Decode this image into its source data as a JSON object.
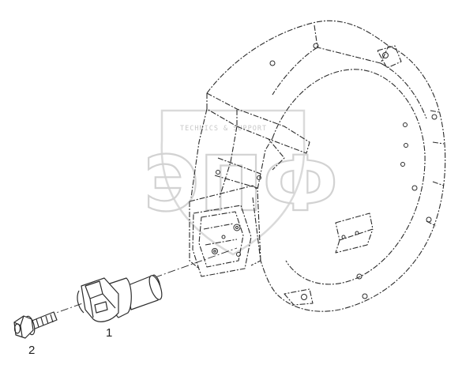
{
  "diagram": {
    "callouts": [
      {
        "id": "1",
        "label": "1"
      },
      {
        "id": "2",
        "label": "2"
      }
    ]
  },
  "watermark": {
    "top_text": "TECHNICS & SUPPORT",
    "main_text": "ЭПФ",
    "color": "#d2d2d2"
  },
  "colors": {
    "line": "#2b2b2b",
    "background": "#ffffff"
  }
}
